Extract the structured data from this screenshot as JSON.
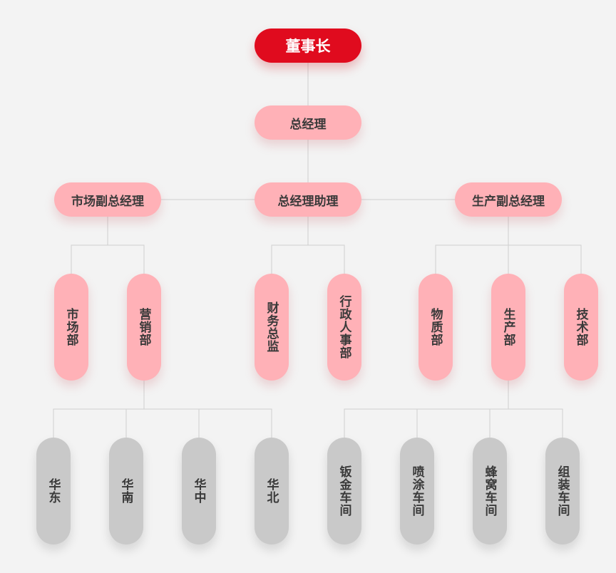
{
  "colors": {
    "root_fill": "#e00b1e",
    "pink_fill": "#ffb1b7",
    "grey_fill": "#c9c9c9",
    "line": "#cfcfcf",
    "background": "#f3f3f3"
  },
  "nodes": {
    "chairman": "董事长",
    "general_manager": "总经理",
    "gm_assistant": "总经理助理",
    "vp_marketing": "市场副总经理",
    "vp_production": "生产副总经理",
    "market_dept": "市场部",
    "sales_dept": "营销部",
    "finance_director": "财务总监",
    "admin_hr": "行政人事部",
    "materials_dept": "物质部",
    "production_dept": "生产部",
    "tech_dept": "技术部",
    "east_china": "华东",
    "south_china": "华南",
    "central_china": "华中",
    "north_china": "华北",
    "sheet_metal_workshop": "钣金车间",
    "spray_workshop": "喷涂车间",
    "honeycomb_workshop": "蜂窝车间",
    "assembly_workshop": "组装车间"
  }
}
